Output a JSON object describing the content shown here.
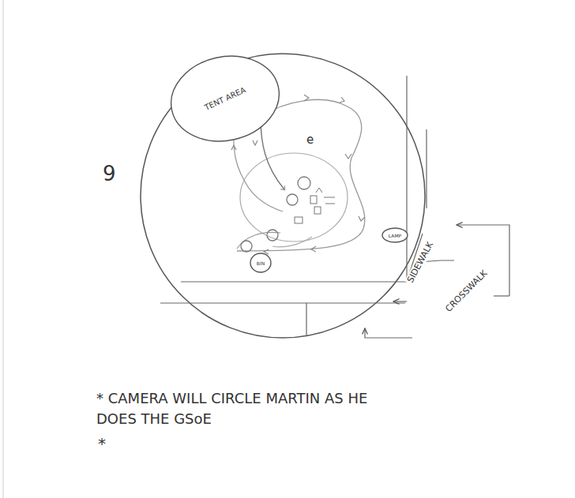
{
  "diagram": {
    "nodes": [
      {
        "text": [
          "TENT AREA"
        ]
      },
      {
        "text": [
          "LAMP"
        ]
      },
      {
        "text": [
          "BIN"
        ]
      }
    ],
    "labels": [
      "9",
      "e",
      "SIDEWALK",
      "CROSSWALK",
      "* CAMERA WILL CIRCLE MARTIN AS HE DOES THE GSoE",
      "*"
    ]
  }
}
